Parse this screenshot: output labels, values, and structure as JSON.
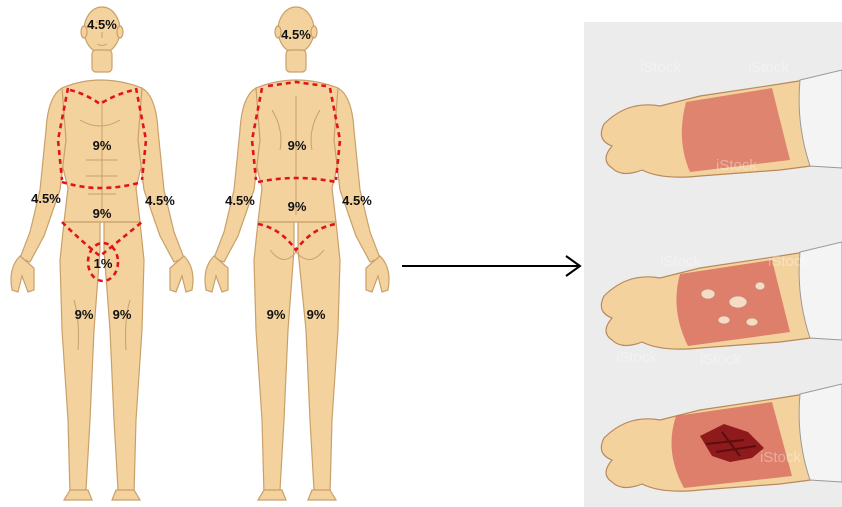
{
  "body_chart": {
    "front": {
      "head": "4.5%",
      "chest": "9%",
      "abdomen": "9%",
      "left_arm": "4.5%",
      "right_arm": "4.5%",
      "groin": "1%",
      "left_leg": "9%",
      "right_leg": "9%"
    },
    "back": {
      "head": "4.5%",
      "upper_back": "9%",
      "lower_back": "9%",
      "left_arm": "4.5%",
      "right_arm": "4.5%",
      "left_leg": "9%",
      "right_leg": "9%"
    }
  },
  "colors": {
    "skin": "#f3d29e",
    "skin_outline": "#c9a06a",
    "boundary": "#e0151b",
    "panel_bg": "#ececec",
    "burn_red": "#d86a5f",
    "burn_deep": "#8e1a1c",
    "sleeve": "#f4f4f4"
  },
  "burn_panels": {
    "watermark": "iStock"
  }
}
